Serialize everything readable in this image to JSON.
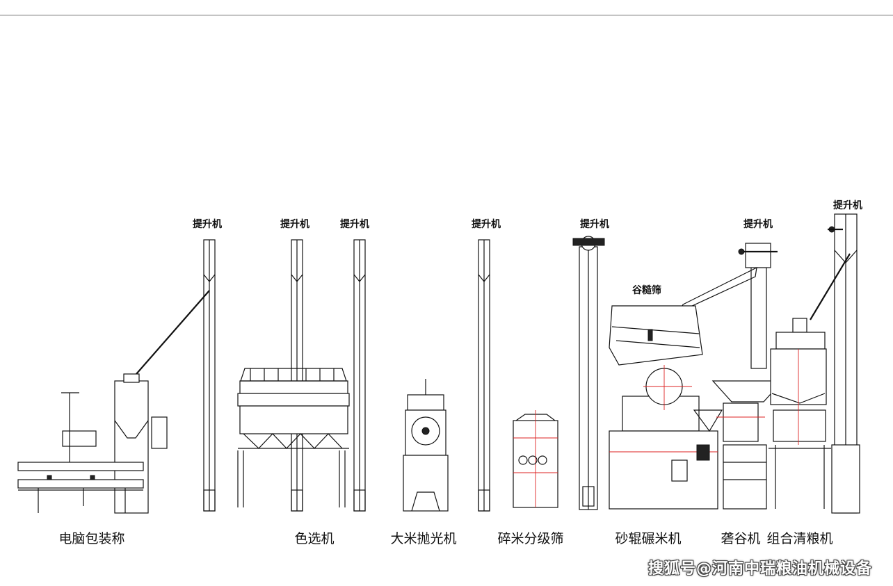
{
  "labels": {
    "elevators": [
      "提升机",
      "提升机",
      "提升机",
      "提升机",
      "提升机",
      "提升机",
      "提升机"
    ],
    "paddy_screen": "谷糙筛",
    "packing_scale": "电脑包装称",
    "color_sorter": "色选机",
    "rice_polisher": "大米抛光机",
    "broken_rice_grader": "碎米分级筛",
    "sand_roller_mill": "砂辊碾米机",
    "husker": "砻谷机",
    "combined_cleaner": "组合清粮机"
  },
  "watermark": "搜狐号@河南中瑞粮油机械设备",
  "colors": {
    "line": "#111111",
    "accent": "#dd2222",
    "background": "#ffffff"
  }
}
